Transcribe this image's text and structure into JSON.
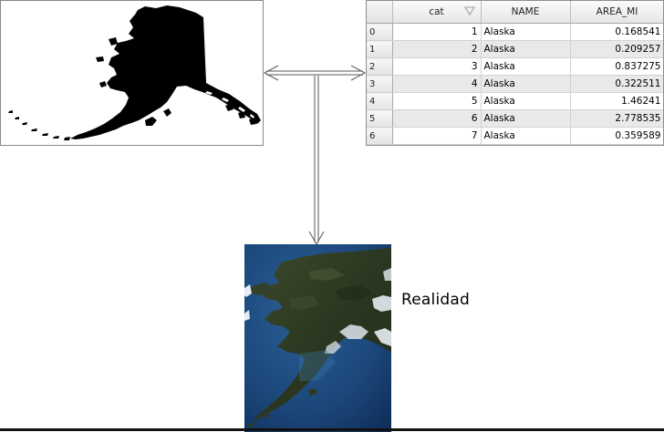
{
  "table": {
    "columns": [
      "cat",
      "NAME",
      "AREA_MI"
    ],
    "rows": [
      {
        "index": "0",
        "cat": "1",
        "name": "Alaska",
        "area": "0.168541"
      },
      {
        "index": "1",
        "cat": "2",
        "name": "Alaska",
        "area": "0.209257"
      },
      {
        "index": "2",
        "cat": "3",
        "name": "Alaska",
        "area": "0.837275"
      },
      {
        "index": "3",
        "cat": "4",
        "name": "Alaska",
        "area": "0.322511"
      },
      {
        "index": "4",
        "cat": "5",
        "name": "Alaska",
        "area": "1.46241"
      },
      {
        "index": "5",
        "cat": "6",
        "name": "Alaska",
        "area": "2.778535"
      },
      {
        "index": "6",
        "cat": "7",
        "name": "Alaska",
        "area": "0.359589"
      }
    ]
  },
  "reality_label": "Realidad",
  "colors": {
    "polygon_fill": "#000000",
    "ocean": "#1d4a7e",
    "land": "#2f3b22",
    "alt_row": "#e9e9e9"
  },
  "icons": {
    "sort": "sort-descending-icon",
    "arrow": "double-headed-arrow-icon"
  }
}
